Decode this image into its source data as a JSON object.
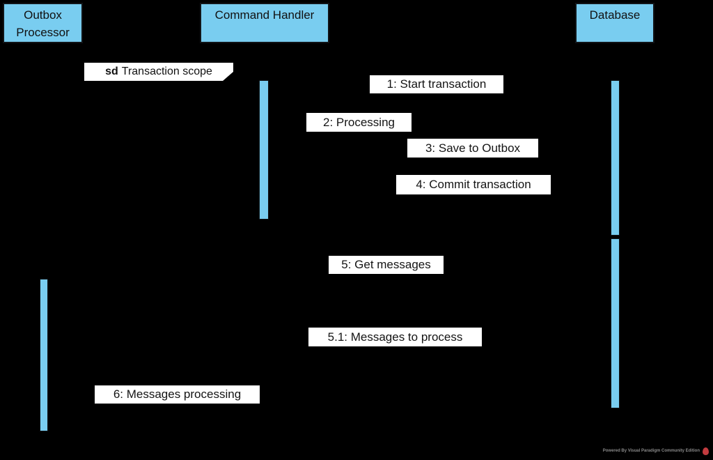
{
  "frame": {
    "keyword": "sd",
    "title": "Transaction scope"
  },
  "lifelines": [
    {
      "name": "Outbox Processor"
    },
    {
      "name": "Command Handler"
    },
    {
      "name": "Database"
    }
  ],
  "messages": [
    {
      "text": "1: Start transaction"
    },
    {
      "text": "2: Processing"
    },
    {
      "text": "3: Save to Outbox"
    },
    {
      "text": "4: Commit transaction"
    },
    {
      "text": "5: Get messages"
    },
    {
      "text": "5.1: Messages to process"
    },
    {
      "text": "6: Messages processing"
    }
  ],
  "watermark": {
    "text": "Powered By Visual Paradigm Community Edition"
  },
  "colors": {
    "background": "#000000",
    "lifeline_fill": "#79cdf0",
    "label_background": "#ffffff",
    "text": "#141414",
    "watermark_text": "#8a8a8a",
    "watermark_logo": "#c23b3f"
  }
}
